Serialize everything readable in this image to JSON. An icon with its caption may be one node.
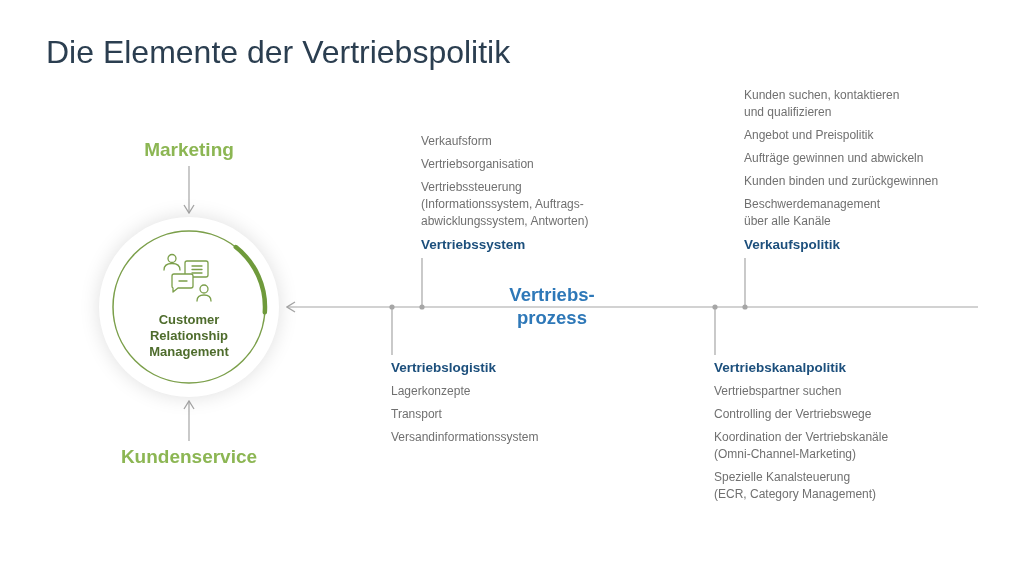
{
  "diagram": {
    "title": "Die Elemente der Vertriebspolitik",
    "nodes": [
      {
        "text": [
          "Marketing"
        ]
      },
      {
        "text": [
          "Customer Relationship Management"
        ]
      },
      {
        "text": [
          "Kundenservice"
        ]
      },
      {
        "text": [
          "Vertriebssystem"
        ],
        "beside": [
          "Verkaufsform",
          "Vertriebsorganisation",
          "Vertriebssteuerung (Informationssystem, Auftrags- abwicklungssystem, Antworten)"
        ]
      },
      {
        "text": [
          "Verkaufspolitik"
        ],
        "beside": [
          "Kunden suchen, kontaktieren und qualifizieren",
          "Angebot und Preispolitik",
          "Aufträge gewinnen und abwickeln",
          "Kunden binden und zurückgewinnen",
          "Beschwerdemanagement über alle Kanäle"
        ]
      },
      {
        "text": [
          "Vertriebslogistik"
        ],
        "beside": [
          "Lagerkonzepte",
          "Transport",
          "Versandinformationssystem"
        ]
      },
      {
        "text": [
          "Vertriebskanalpolitik"
        ],
        "beside": [
          "Vertriebspartner suchen",
          "Controlling der Vertriebswege",
          "Koordination der Vertriebskanäle (Omni-Channel-Marketing)",
          "Spezielle Kanalsteuerung (ECR, Category Management)"
        ]
      }
    ],
    "edges": [
      {
        "from": 0,
        "to": 1,
        "arrow": "to"
      },
      {
        "from": 2,
        "to": 1,
        "arrow": "to"
      },
      {
        "from": null,
        "to": 1,
        "arrow": "to",
        "label": "Vertriebs- prozess"
      },
      {
        "from": 3,
        "to": null,
        "arrow": "other"
      },
      {
        "from": 4,
        "to": null,
        "arrow": "other"
      },
      {
        "from": 5,
        "to": null,
        "arrow": "other"
      },
      {
        "from": 6,
        "to": null,
        "arrow": "other"
      }
    ]
  }
}
